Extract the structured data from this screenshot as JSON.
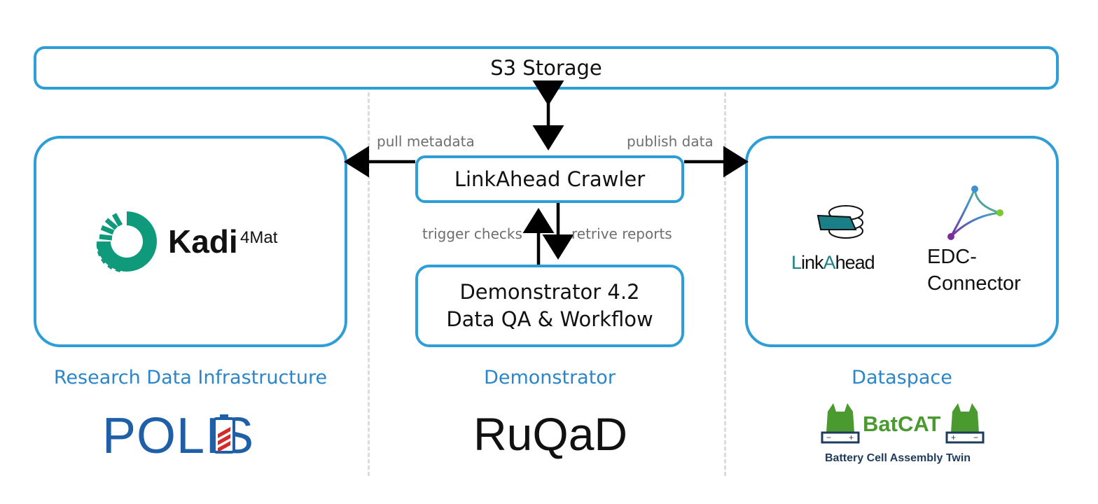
{
  "storage": {
    "label": "S3 Storage"
  },
  "crawler": {
    "label": "LinkAhead Crawler"
  },
  "demonstrator_box": {
    "line1": "Demonstrator 4.2",
    "line2": "Data QA & Workflow"
  },
  "edges": {
    "pull_metadata": "pull metadata",
    "publish_data": "publish data",
    "trigger_checks": "trigger checks",
    "retrive_reports": "retrive reports"
  },
  "left_panel": {
    "logo_word": "Kadi",
    "logo_super": "4Mat"
  },
  "right_panel": {
    "linkahead": {
      "part1": "L",
      "part2": "ink",
      "part3": "A",
      "part4": "head"
    },
    "edc": {
      "line1": "EDC-",
      "line2": "Connector"
    }
  },
  "sections": {
    "left": "Research Data Infrastructure",
    "middle": "Demonstrator",
    "right": "Dataspace"
  },
  "project_logos": {
    "polis": "POLIS",
    "ruqad": "RuQaD",
    "batcat": "BatCAT",
    "batcat_subtitle": "Battery Cell Assembly Twin"
  },
  "colors": {
    "box_border": "#2e9fd6",
    "section_title": "#2a86c8",
    "kadi_green": "#0f9a7c",
    "batcat_green": "#4a9a2f",
    "polis_blue": "#1f5fa8"
  },
  "icons": {
    "kadi_logo": "kadi-ring-icon",
    "linkahead_logo": "stacked-discs-icon",
    "edc_logo": "triangle-network-icon",
    "batcat_logo": "cat-battery-icon"
  }
}
